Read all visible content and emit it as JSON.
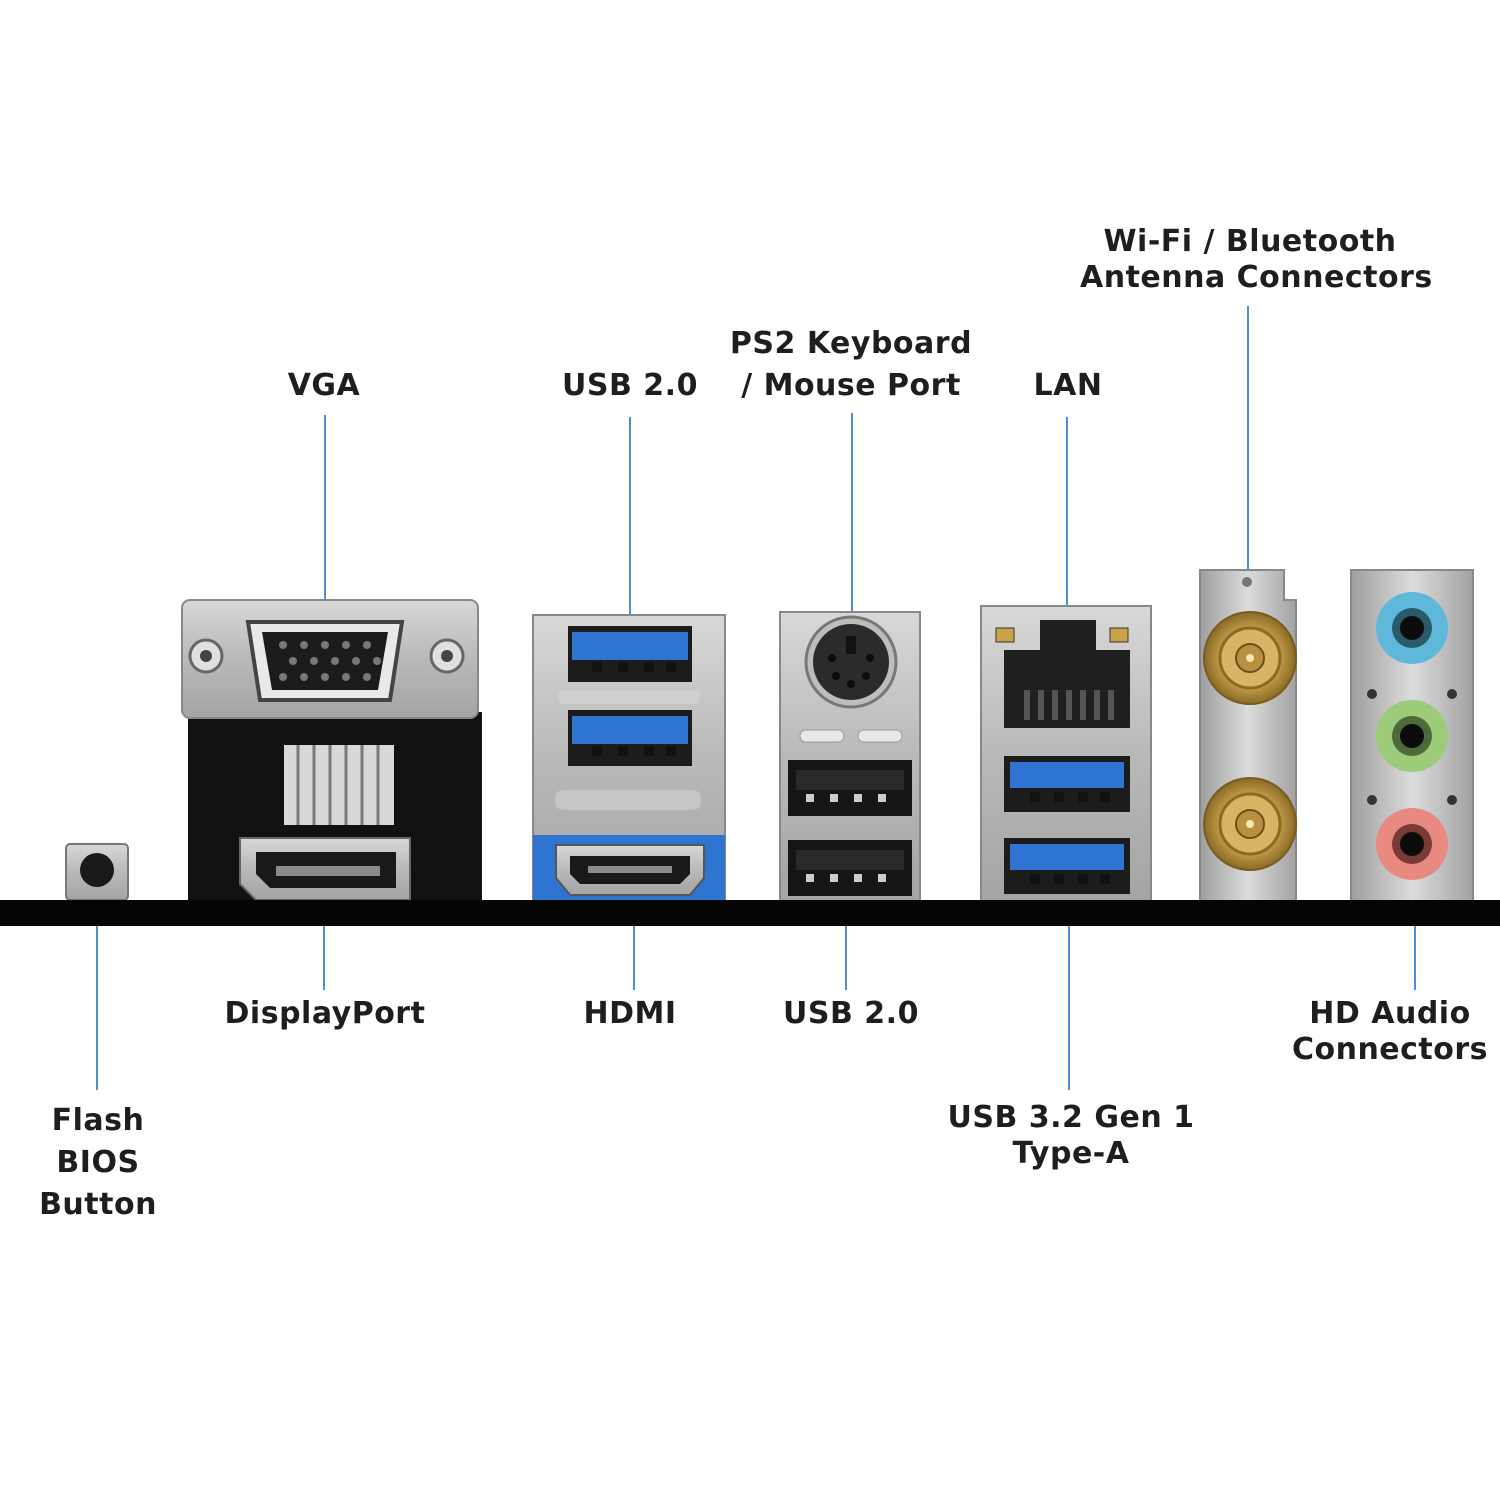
{
  "diagram": {
    "labels": {
      "vga": "VGA",
      "usb20_top": "USB 2.0",
      "ps2": [
        "PS2 Keyboard",
        "/ Mouse Port"
      ],
      "lan": "LAN",
      "wifi": [
        "Wi-Fi / Bluetooth",
        "Antenna Connectors"
      ],
      "displayport": "DisplayPort",
      "hdmi": "HDMI",
      "usb20_bottom": "USB 2.0",
      "audio": [
        "HD Audio",
        "Connectors"
      ],
      "flash": [
        "Flash",
        "BIOS",
        "Button"
      ],
      "usb32": [
        "USB 3.2 Gen 1",
        "Type-A"
      ]
    },
    "colors": {
      "leader_line": "#4f8fce",
      "board": "#050505",
      "usb3_blue": "#2f74d0",
      "audio_blue": "#5fb8da",
      "audio_green": "#9ccc7a",
      "audio_pink": "#e88a82",
      "gold": "#c9a24a"
    }
  }
}
